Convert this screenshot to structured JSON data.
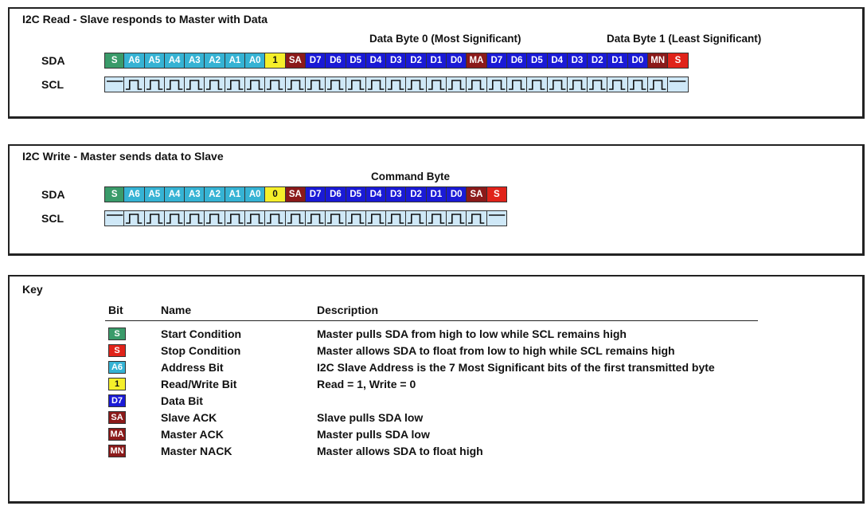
{
  "colors": {
    "start": "#3a9b6a",
    "stop": "#e0231a",
    "address": "#36b3d4",
    "rw": "#f5ef2a",
    "data": "#1a1ad6",
    "slave_ack": "#8b1a1a",
    "master_ack": "#8b1a1a",
    "master_nack": "#8b1a1a",
    "scl": "#cfe8f7"
  },
  "read_panel": {
    "title": "I2C Read - Slave responds to Master with Data",
    "byte0_label": "Data Byte 0 (Most Significant)",
    "byte1_label": "Data Byte 1 (Least Significant)",
    "sda_label": "SDA",
    "scl_label": "SCL",
    "sda_bits": [
      {
        "t": "S",
        "k": "start"
      },
      {
        "t": "A6",
        "k": "address"
      },
      {
        "t": "A5",
        "k": "address"
      },
      {
        "t": "A4",
        "k": "address"
      },
      {
        "t": "A3",
        "k": "address"
      },
      {
        "t": "A2",
        "k": "address"
      },
      {
        "t": "A1",
        "k": "address"
      },
      {
        "t": "A0",
        "k": "address"
      },
      {
        "t": "1",
        "k": "rw"
      },
      {
        "t": "SA",
        "k": "slave_ack"
      },
      {
        "t": "D7",
        "k": "data"
      },
      {
        "t": "D6",
        "k": "data"
      },
      {
        "t": "D5",
        "k": "data"
      },
      {
        "t": "D4",
        "k": "data"
      },
      {
        "t": "D3",
        "k": "data"
      },
      {
        "t": "D2",
        "k": "data"
      },
      {
        "t": "D1",
        "k": "data"
      },
      {
        "t": "D0",
        "k": "data"
      },
      {
        "t": "MA",
        "k": "master_ack"
      },
      {
        "t": "D7",
        "k": "data"
      },
      {
        "t": "D6",
        "k": "data"
      },
      {
        "t": "D5",
        "k": "data"
      },
      {
        "t": "D4",
        "k": "data"
      },
      {
        "t": "D3",
        "k": "data"
      },
      {
        "t": "D2",
        "k": "data"
      },
      {
        "t": "D1",
        "k": "data"
      },
      {
        "t": "D0",
        "k": "data"
      },
      {
        "t": "MN",
        "k": "master_nack"
      },
      {
        "t": "S",
        "k": "stop"
      }
    ]
  },
  "write_panel": {
    "title": "I2C Write - Master sends data to Slave",
    "byte_label": "Command Byte",
    "sda_label": "SDA",
    "scl_label": "SCL",
    "sda_bits": [
      {
        "t": "S",
        "k": "start"
      },
      {
        "t": "A6",
        "k": "address"
      },
      {
        "t": "A5",
        "k": "address"
      },
      {
        "t": "A4",
        "k": "address"
      },
      {
        "t": "A3",
        "k": "address"
      },
      {
        "t": "A2",
        "k": "address"
      },
      {
        "t": "A1",
        "k": "address"
      },
      {
        "t": "A0",
        "k": "address"
      },
      {
        "t": "0",
        "k": "rw"
      },
      {
        "t": "SA",
        "k": "slave_ack"
      },
      {
        "t": "D7",
        "k": "data"
      },
      {
        "t": "D6",
        "k": "data"
      },
      {
        "t": "D5",
        "k": "data"
      },
      {
        "t": "D4",
        "k": "data"
      },
      {
        "t": "D3",
        "k": "data"
      },
      {
        "t": "D2",
        "k": "data"
      },
      {
        "t": "D1",
        "k": "data"
      },
      {
        "t": "D0",
        "k": "data"
      },
      {
        "t": "SA",
        "k": "slave_ack"
      },
      {
        "t": "S",
        "k": "stop"
      }
    ]
  },
  "key_panel": {
    "title": "Key",
    "headers": {
      "bit": "Bit",
      "name": "Name",
      "description": "Description"
    },
    "rows": [
      {
        "bit": "S",
        "k": "start",
        "name": "Start Condition",
        "desc": "Master pulls SDA from high to low while SCL remains high"
      },
      {
        "bit": "S",
        "k": "stop",
        "name": "Stop Condition",
        "desc": "Master allows SDA to float from low to high while SCL remains high"
      },
      {
        "bit": "A6",
        "k": "address",
        "name": "Address Bit",
        "desc": "I2C Slave Address is the 7 Most Significant bits of the first transmitted byte"
      },
      {
        "bit": "1",
        "k": "rw",
        "name": "Read/Write Bit",
        "desc": "Read = 1, Write = 0"
      },
      {
        "bit": "D7",
        "k": "data",
        "name": "Data Bit",
        "desc": ""
      },
      {
        "bit": "SA",
        "k": "slave_ack",
        "name": "Slave ACK",
        "desc": "Slave pulls SDA low"
      },
      {
        "bit": "MA",
        "k": "master_ack",
        "name": "Master ACK",
        "desc": "Master pulls SDA low"
      },
      {
        "bit": "MN",
        "k": "master_nack",
        "name": "Master NACK",
        "desc": "Master allows SDA to float high"
      }
    ]
  }
}
